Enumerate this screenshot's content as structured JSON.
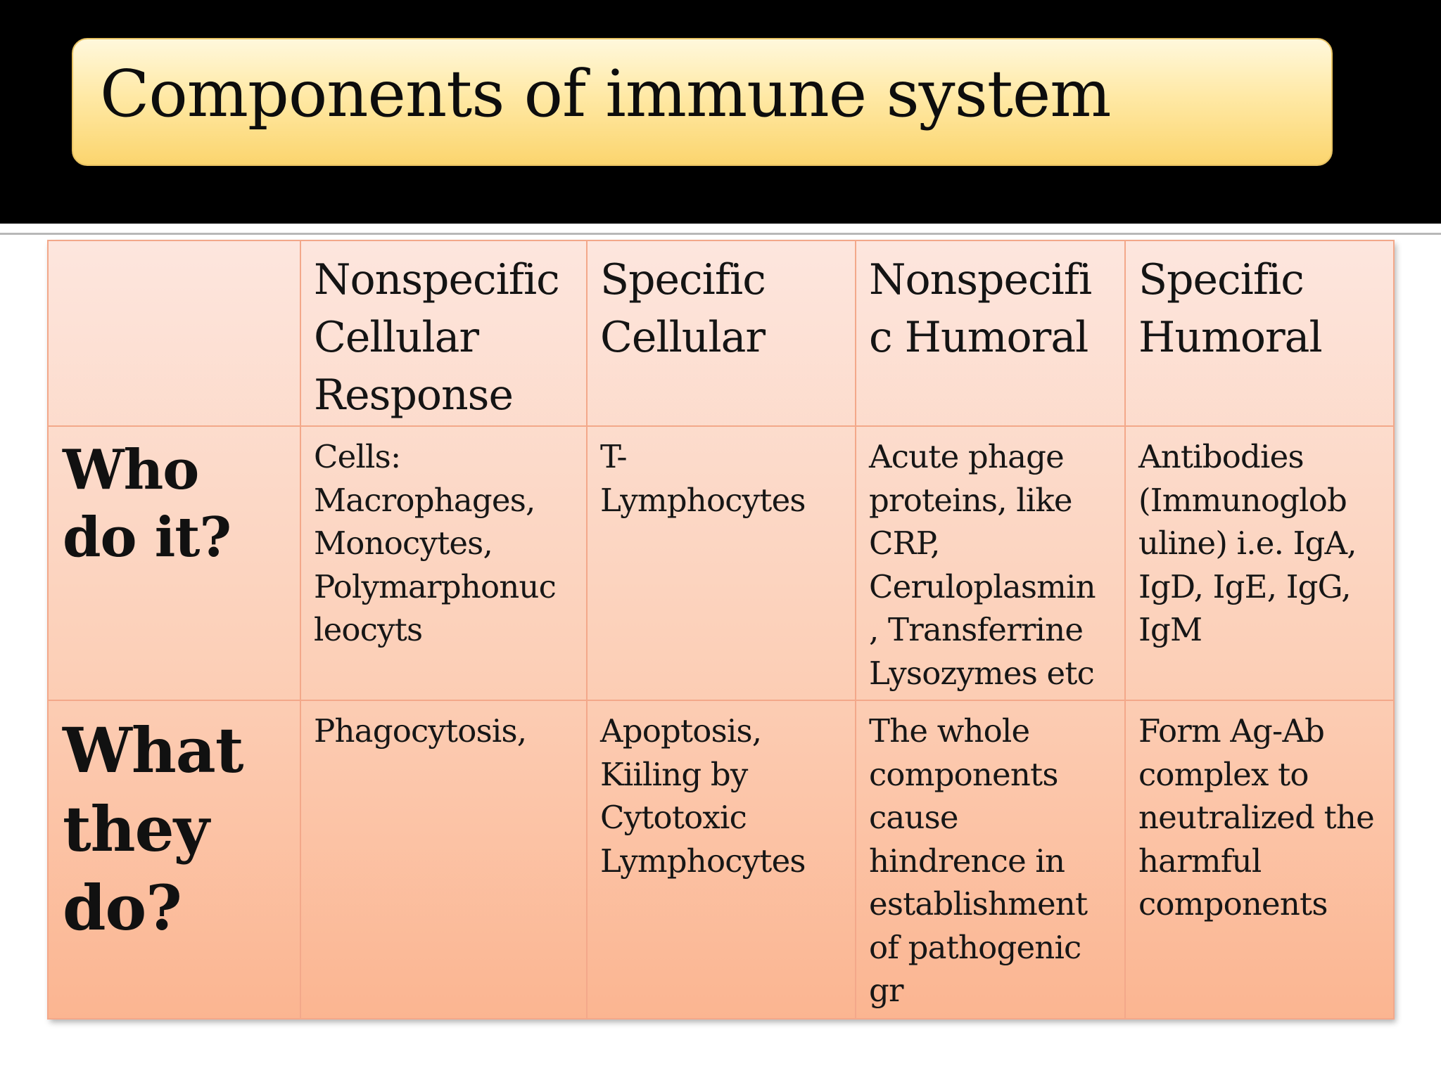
{
  "slide": {
    "title": "Components of immune system"
  },
  "table": {
    "columns": [
      "",
      "Nonspecific\nCellular\nResponse",
      "Specific\nCellular",
      "Nonspecifi\nc Humoral",
      "Specific\nHumoral"
    ],
    "rows": [
      {
        "label": "Who\ndo it?",
        "cells": [
          "Cells:\nMacrophages,\nMonocytes,\nPolymarphonuc\nleocyts",
          "T-\nLymphocytes",
          "Acute phage\nproteins, like\nCRP,\nCeruloplasmin\n, Transferrine\nLysozymes etc",
          "Antibodies\n(Immunoglob\nuline) i.e. IgA,\nIgD, IgE, IgG,\nIgM"
        ]
      },
      {
        "label": "What\nthey\ndo?",
        "cells": [
          "Phagocytosis,",
          "Apoptosis,\nKiiling by\nCytotoxic\nLymphocytes",
          "The whole\ncomponents\ncause\nhindrence in\nestablishment\nof pathogenic\ngr",
          "Form Ag-Ab\ncomplex to\nneutralized the\nharmful\ncomponents"
        ]
      }
    ]
  },
  "colors": {
    "header_band": "#000000",
    "title_gradient_top": "#fff8dc",
    "title_gradient_bottom": "#fbd56e",
    "table_gradient_top": "#fde6de",
    "table_gradient_bottom": "#fbb591",
    "grid_line": "#f3a88a"
  }
}
